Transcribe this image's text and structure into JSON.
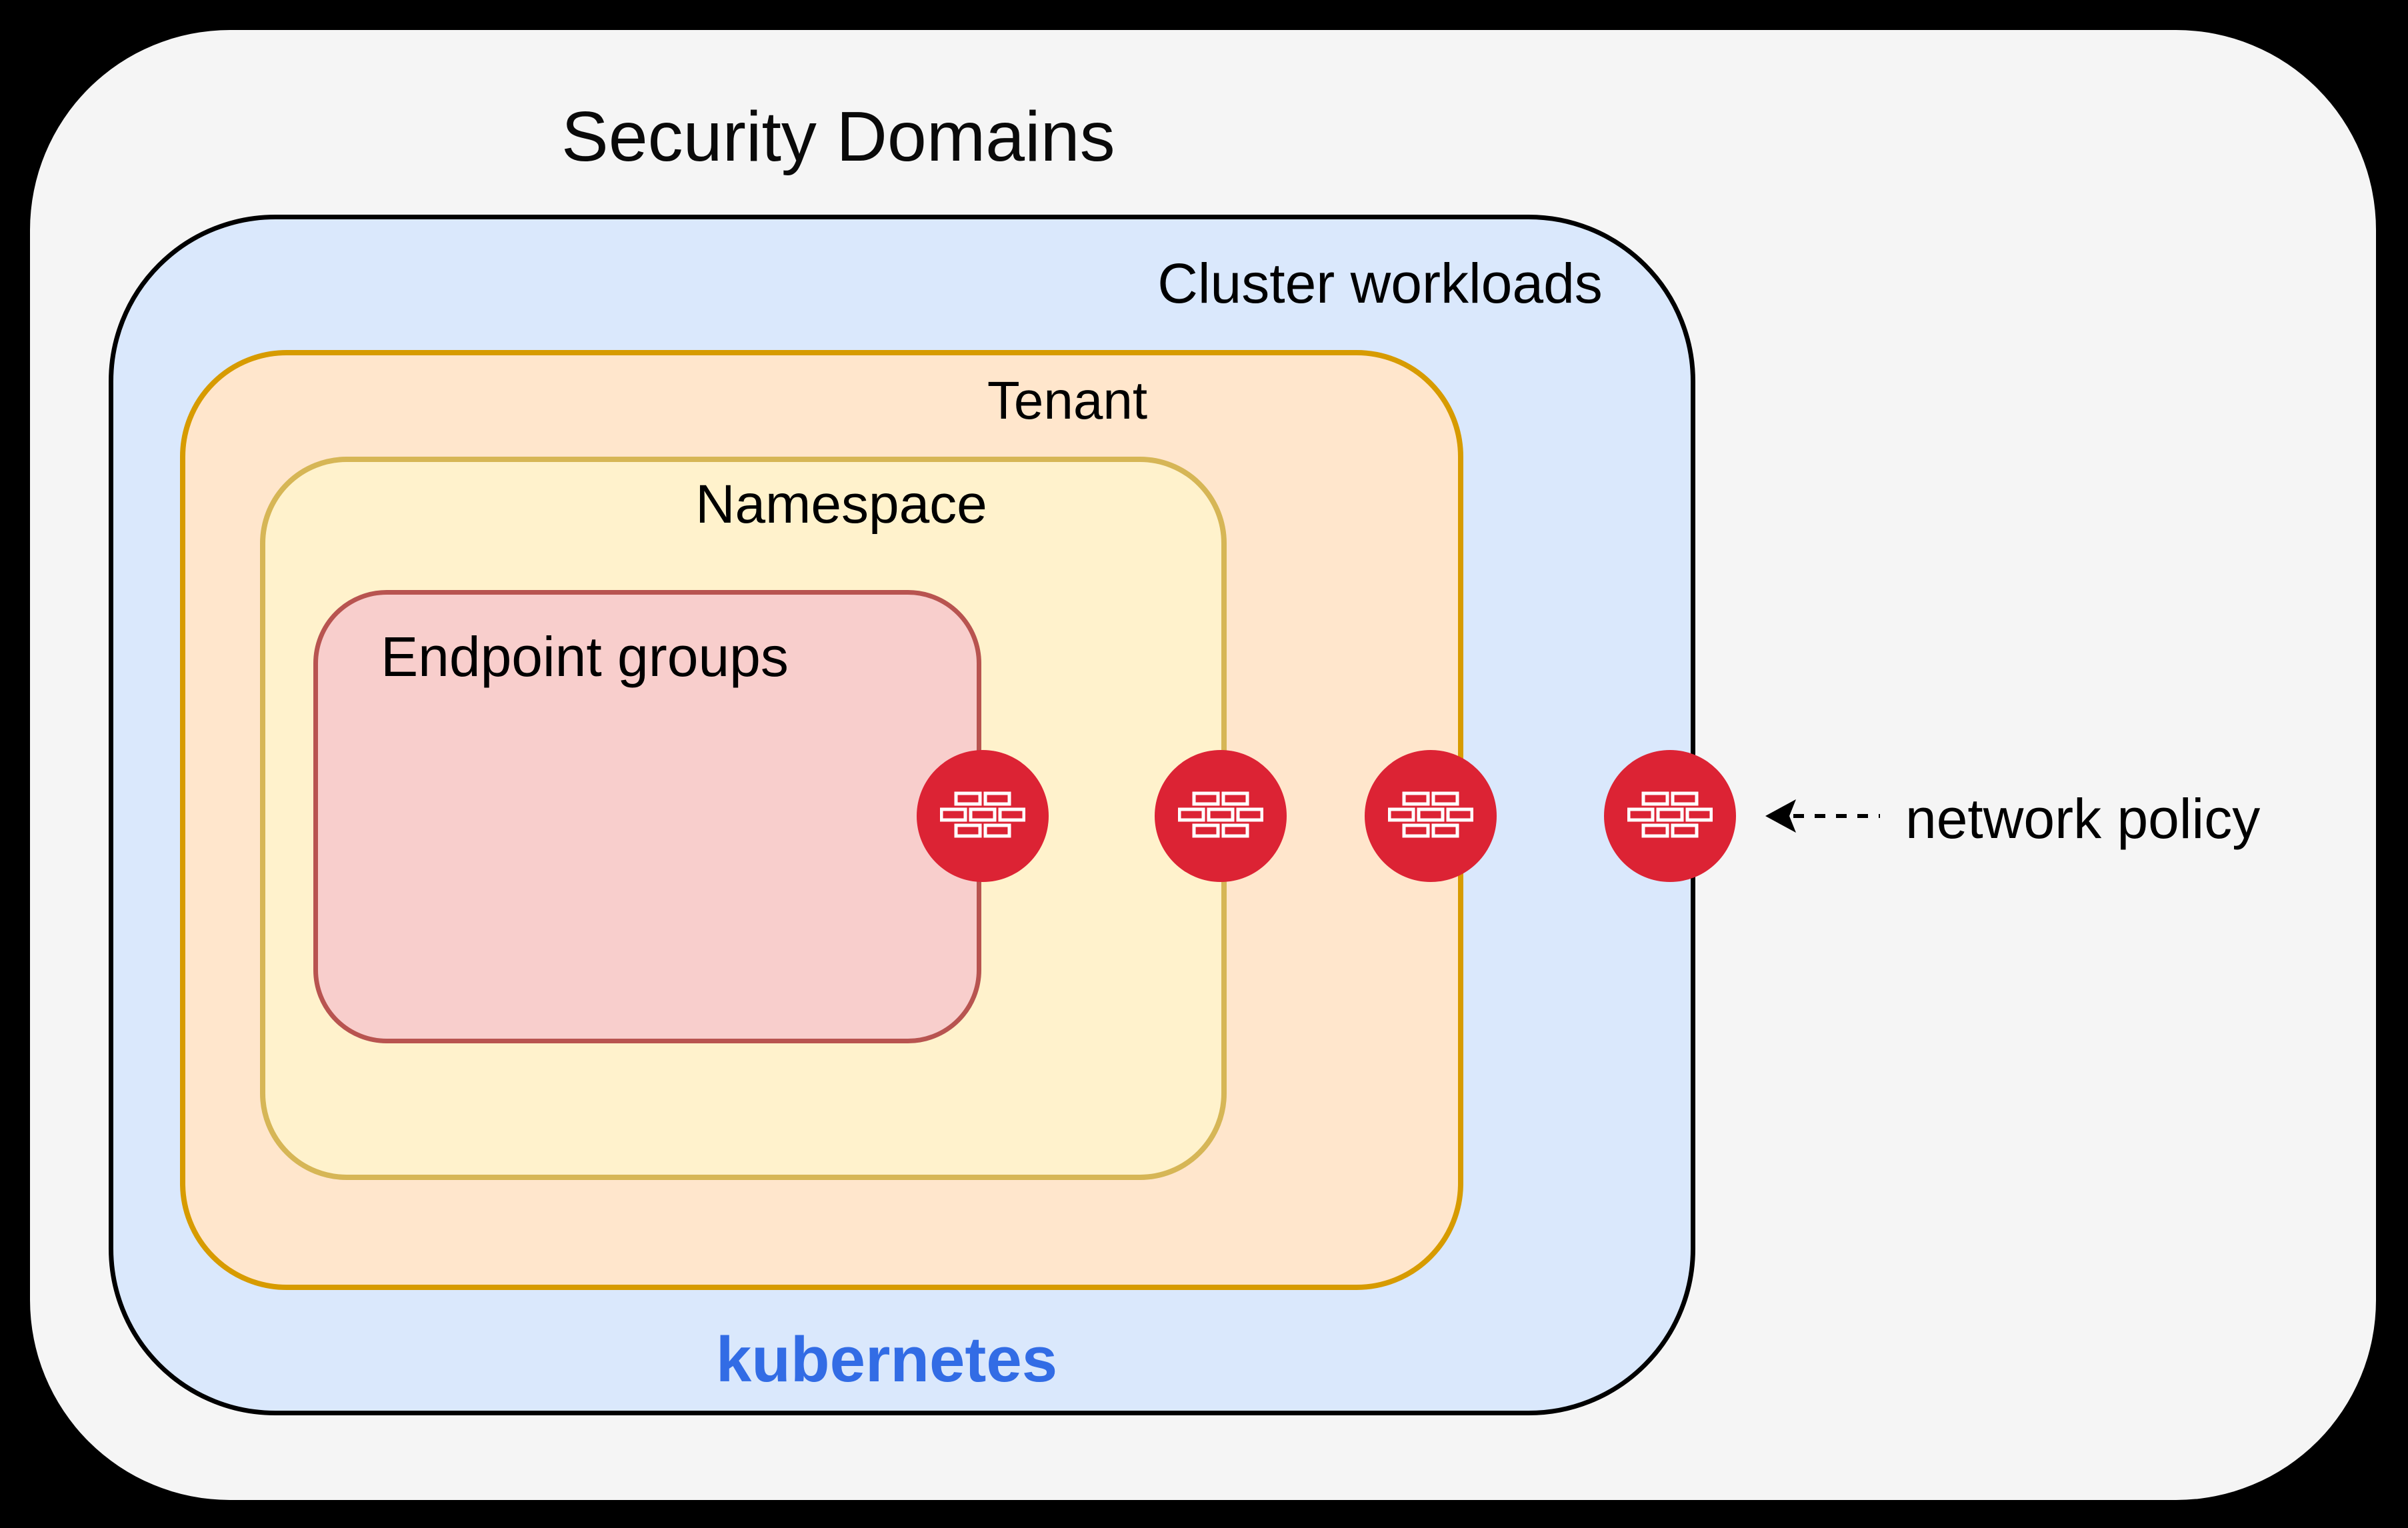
{
  "diagram": {
    "title": "Security Domains",
    "nested_domains": [
      {
        "id": "cluster-workloads",
        "label": "Cluster workloads",
        "footer_brand": "kubernetes",
        "fill": "#dae8fc",
        "border": "#000000"
      },
      {
        "id": "tenant",
        "label": "Tenant",
        "fill": "#ffe6cc",
        "border": "#d79b00"
      },
      {
        "id": "namespace",
        "label": "Namespace",
        "fill": "#fff2cc",
        "border": "#d6b656"
      },
      {
        "id": "endpoint-groups",
        "label": "Endpoint groups",
        "fill": "#f8cecc",
        "border": "#b85450"
      }
    ],
    "firewalls": {
      "count": 4,
      "icon": "firewall-brick-wall-icon",
      "color": "#dc2334",
      "placement": "one on the right edge of each nested domain boundary"
    },
    "annotation": {
      "label": "network policy",
      "arrow_style": "dashed-arrow-pointing-left"
    },
    "colors": {
      "background": "#000000",
      "page": "#f5f5f5",
      "label_text": "#000000",
      "kubernetes_text": "#326ce5"
    }
  }
}
